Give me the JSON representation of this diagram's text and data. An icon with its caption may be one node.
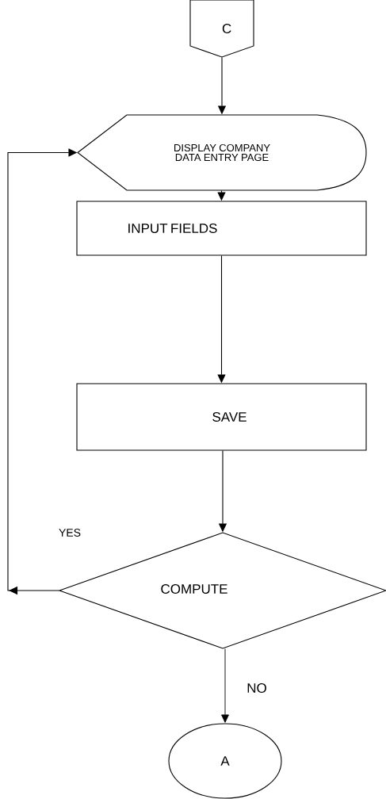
{
  "diagram": {
    "nodes": [
      {
        "text": [
          "C"
        ]
      },
      {
        "text": [
          "DISPLAY COMPANY DATA ENTRY PAGE"
        ]
      },
      {
        "text": [
          "INPUT FIELDS"
        ]
      },
      {
        "text": [
          "SAVE"
        ]
      },
      {
        "text": [
          "COMPUTE"
        ]
      },
      {
        "text": [
          "A"
        ]
      }
    ],
    "edges": [
      {
        "from": 0,
        "to": 1,
        "arrow": "to"
      },
      {
        "from": 1,
        "to": 2,
        "arrow": "to"
      },
      {
        "from": 2,
        "to": 3,
        "arrow": "to"
      },
      {
        "from": 3,
        "to": 4,
        "arrow": "to"
      },
      {
        "from": 4,
        "to": 1,
        "arrow": "to",
        "label": "YES"
      },
      {
        "from": 4,
        "to": 5,
        "arrow": "to",
        "label": "NO"
      }
    ]
  }
}
